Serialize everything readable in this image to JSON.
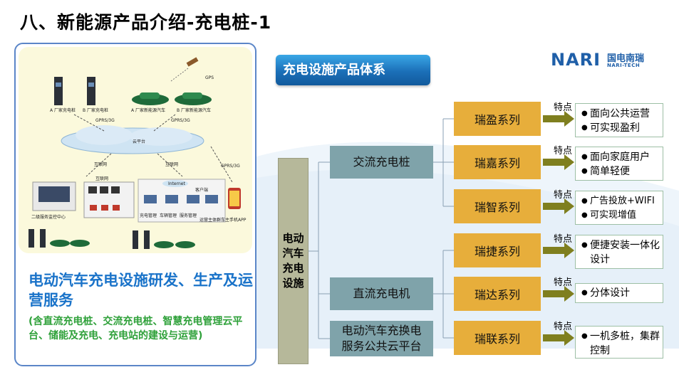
{
  "title": "八、新能源产品介绍-充电桩-1",
  "left_panel": {
    "heading": "电动汽车充电设施研发、生产及运营服务",
    "subtitle": "(含直流充电桩、交流充电桩、智慧充电管理云平台、储能及充电、充电站的建设与运营)",
    "network_labels": {
      "gps": "GPS",
      "charger_a": "A 厂家充电桩",
      "charger_b": "B 厂家充电桩",
      "car_a": "A 厂家新能源汽车",
      "car_b": "B 厂家新能源汽车",
      "gprs_left": "GPRS/3G",
      "gprs_mid": "GPRS/3G",
      "gprs_right": "GPRS/3G",
      "cloud": "云平台",
      "internet_left": "互联网",
      "internet_right": "互联网",
      "internet_mid": "互联网",
      "internet_box": "Internet",
      "client": "客户端",
      "monitor_center": "二级服务监控中心",
      "billing": "充电管理",
      "vehicle_mgmt": "车辆管理",
      "service_mgmt": "服务管理",
      "operator": "运营主体群",
      "app": "车主手机APP"
    }
  },
  "diagram": {
    "header": "充电设施产品体系",
    "logo": {
      "brand": "NARI",
      "cn": "国电南瑞",
      "en": "NARI-TECH"
    },
    "root": "电动汽车充电设施",
    "types": [
      {
        "label": "交流充电桩"
      },
      {
        "label": "直流充电机"
      },
      {
        "label": "电动汽车充换电服务公共云平台"
      }
    ],
    "feature_tag": "特点",
    "series": [
      {
        "label": "瑞盈系列",
        "features": [
          "面向公共运营",
          "可实现盈利"
        ]
      },
      {
        "label": "瑞嘉系列",
        "features": [
          "面向家庭用户",
          "简单轻便"
        ]
      },
      {
        "label": "瑞智系列",
        "features": [
          "广告投放+WIFI",
          "可实现增值"
        ]
      },
      {
        "label": "瑞捷系列",
        "features": [
          "便捷安装一体化设计"
        ]
      },
      {
        "label": "瑞达系列",
        "features": [
          "分体设计"
        ]
      },
      {
        "label": "瑞联系列",
        "features": [
          "一机多桩，集群控制"
        ]
      }
    ]
  },
  "colors": {
    "title": "#000000",
    "panel_border": "#5b86c8",
    "panel_heading": "#1a73c9",
    "panel_subtitle": "#2fa13a",
    "header_bg": "#1b6fb8",
    "root_bg": "#b6b89a",
    "type_bg": "#7fa3aa",
    "series_bg": "#e7ae3b",
    "arrow": "#7f7f1f",
    "logo": "#1f5fa8"
  }
}
